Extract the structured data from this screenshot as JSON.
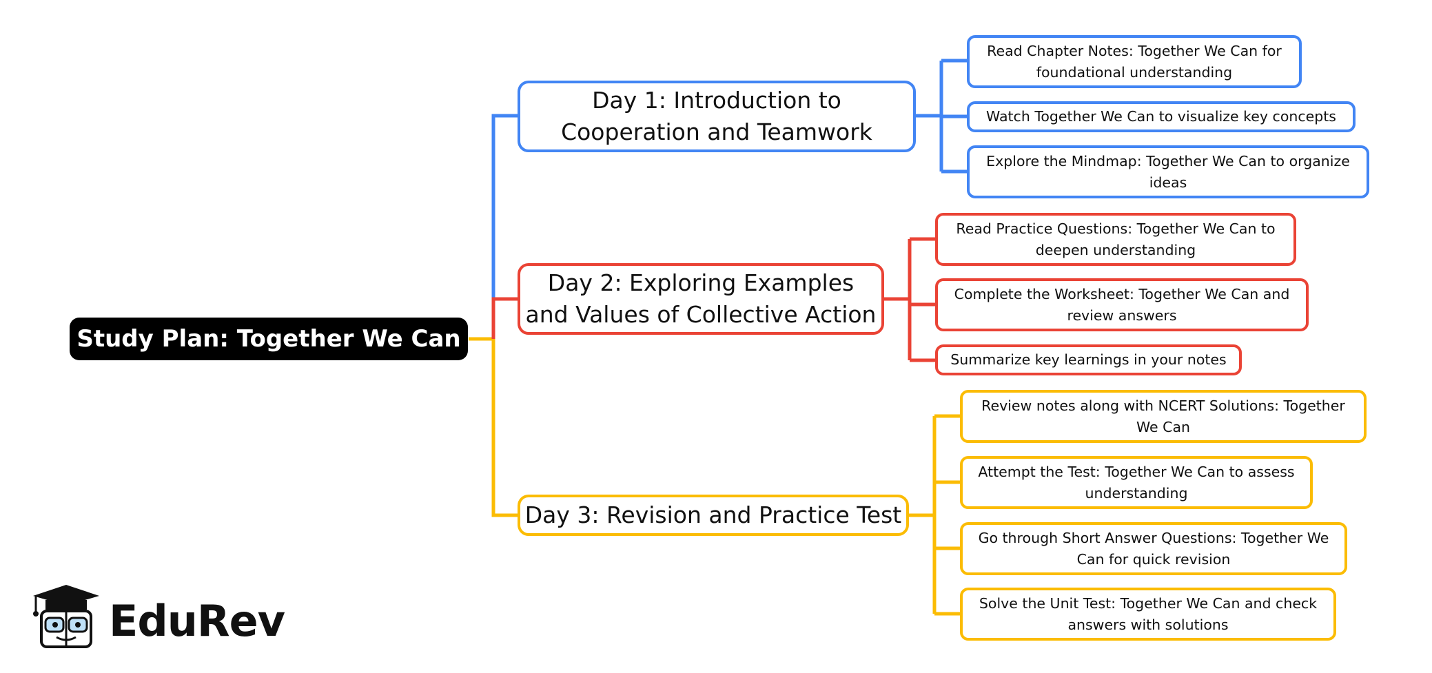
{
  "root": {
    "label": "Study Plan: Together We Can"
  },
  "colors": {
    "day1": "#4285f4",
    "day2": "#ea4335",
    "day3": "#fbbc04",
    "root": "#000000"
  },
  "days": [
    {
      "label": "Day 1: Introduction to Cooperation and Teamwork",
      "tasks": [
        "Read Chapter Notes: Together We Can for foundational understanding",
        "Watch Together We Can to visualize key concepts",
        "Explore the Mindmap: Together We Can to organize ideas"
      ]
    },
    {
      "label": "Day 2: Exploring Examples and Values of Collective Action",
      "tasks": [
        "Read Practice Questions: Together We Can to deepen understanding",
        "Complete the Worksheet: Together We Can and review answers",
        "Summarize key learnings in your notes"
      ]
    },
    {
      "label": "Day 3: Revision and Practice Test",
      "tasks": [
        "Review notes along with NCERT Solutions: Together We Can",
        "Attempt the Test: Together We Can to assess understanding",
        "Go through Short Answer Questions: Together We Can for quick revision",
        "Solve the Unit Test: Together We Can and check answers with solutions"
      ]
    }
  ],
  "logo": {
    "text": "EduRev",
    "icon": "graduation-cap-mascot-icon"
  }
}
